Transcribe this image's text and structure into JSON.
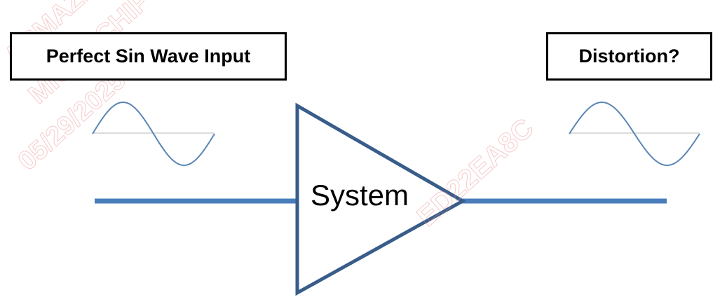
{
  "diagram": {
    "input_label": "Perfect Sin Wave Input",
    "output_label": "Distortion?",
    "system_label": "System"
  },
  "watermark": {
    "lines": [
      "ARMAZIN",
      "MICROCHIP",
      "05/29/2025",
      "ED22EA8C"
    ]
  },
  "colors": {
    "wire": "#4a7ebb",
    "triangle_stroke": "#385d8a",
    "sine": "#5b85b5",
    "sine_axis": "#d0d0d0",
    "box_border": "#000000",
    "watermark": "#e88a8a"
  },
  "icons": {
    "amplifier": "triangle-amplifier-icon",
    "input_wave": "sine-wave-icon",
    "output_wave": "sine-wave-icon"
  }
}
